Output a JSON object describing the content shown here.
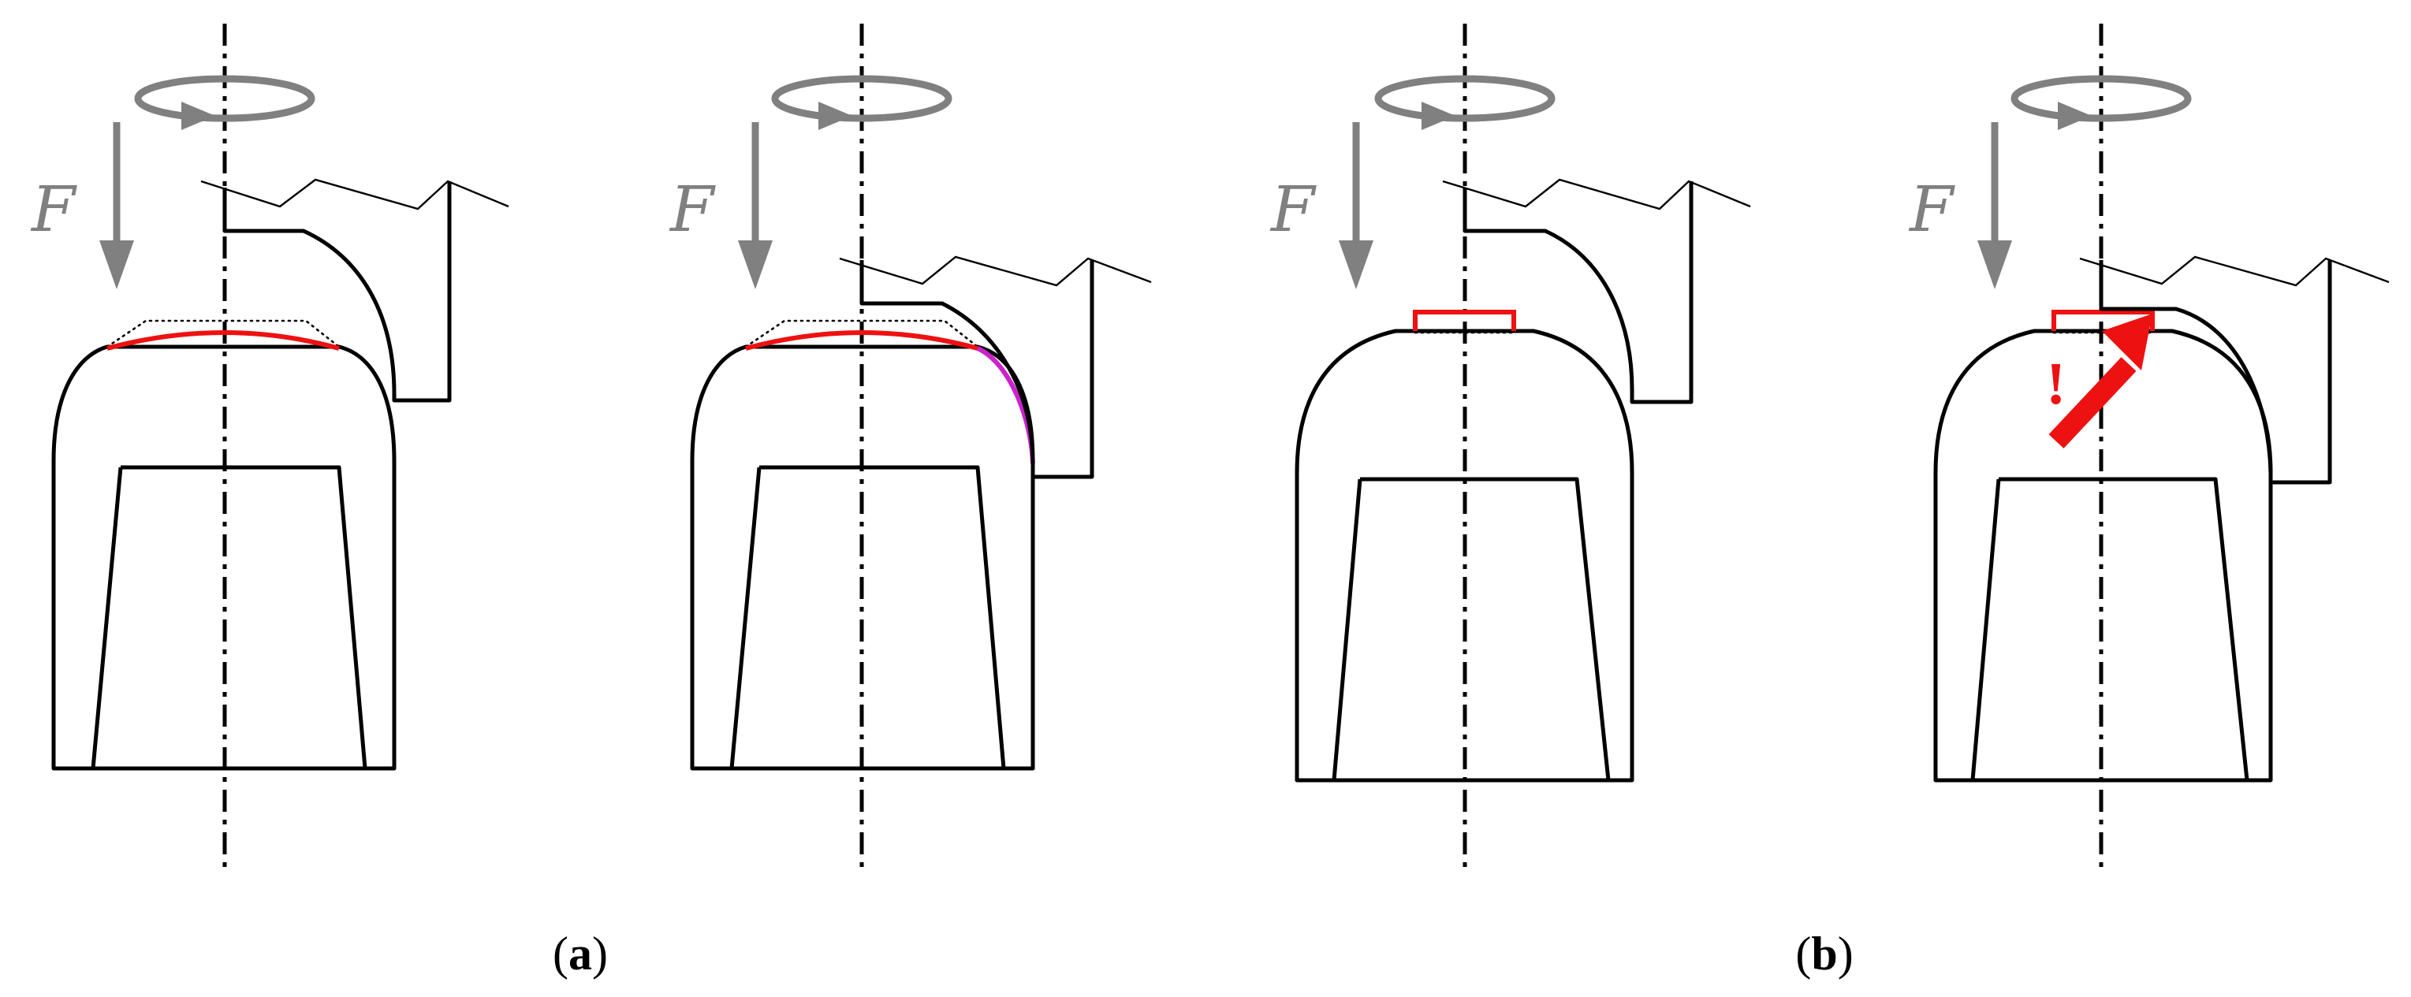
{
  "colors": {
    "force_arrow": "#808080",
    "contact_red": "#ee1111",
    "contact_magenta": "#cc22cc",
    "warning_red": "#ee1111"
  },
  "panels": [
    {
      "force_label": "F"
    },
    {
      "force_label": "F"
    },
    {
      "force_label": "F"
    },
    {
      "force_label": "F",
      "warning_mark": "!"
    }
  ],
  "captions": [
    {
      "open": "(",
      "letter": "a",
      "close": ")"
    },
    {
      "open": "(",
      "letter": "b",
      "close": ")"
    }
  ]
}
